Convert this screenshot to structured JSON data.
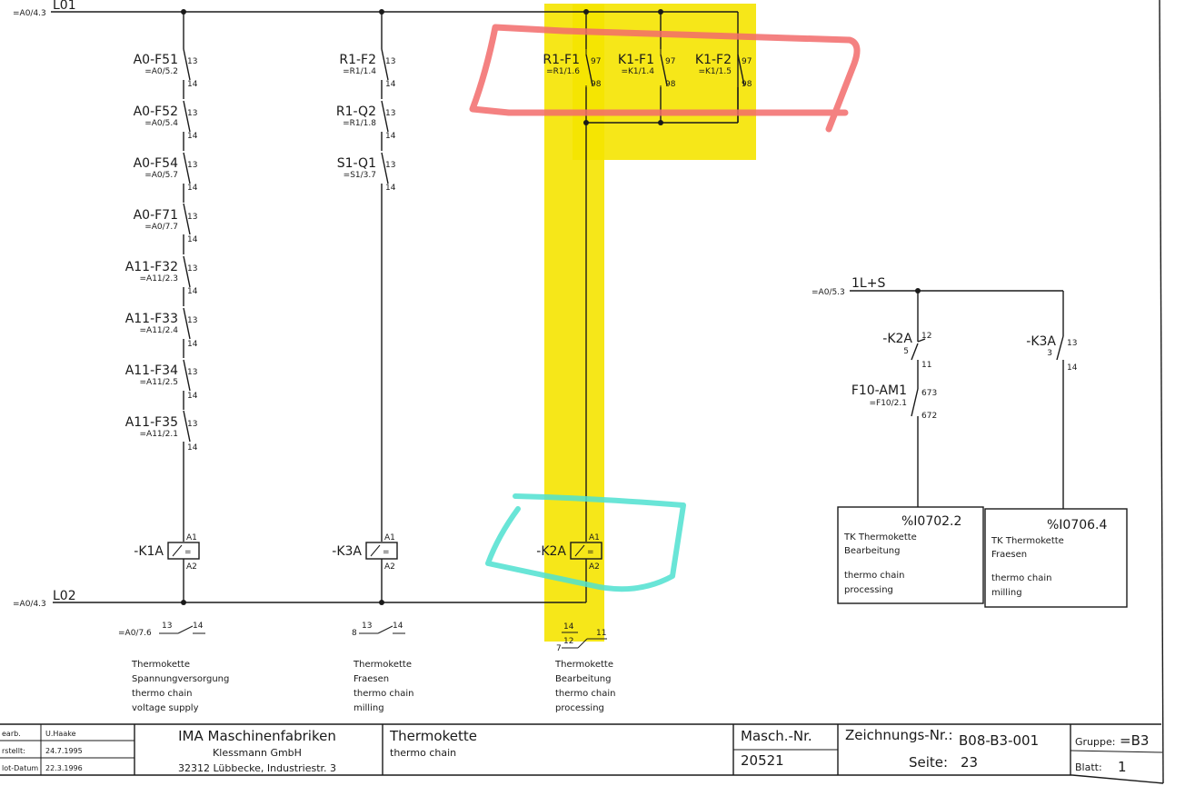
{
  "colors": {
    "ink": "#1a1a1a",
    "highlight_yellow": "#f5e400",
    "marker_red": "#f26b6b",
    "marker_cyan": "#4fe0d0"
  },
  "rails": {
    "top": {
      "name": "L01",
      "ref": "=A0/4.3"
    },
    "bottom": {
      "name": "L02",
      "ref": "=A0/4.3"
    }
  },
  "col1_contacts": [
    {
      "name": "A0-F51",
      "ref": "=A0/5.2",
      "pin_top": "13",
      "pin_bot": "14"
    },
    {
      "name": "A0-F52",
      "ref": "=A0/5.4",
      "pin_top": "13",
      "pin_bot": "14"
    },
    {
      "name": "A0-F54",
      "ref": "=A0/5.7",
      "pin_top": "13",
      "pin_bot": "14"
    },
    {
      "name": "A0-F71",
      "ref": "=A0/7.7",
      "pin_top": "13",
      "pin_bot": "14"
    },
    {
      "name": "A11-F32",
      "ref": "=A11/2.3",
      "pin_top": "13",
      "pin_bot": "14"
    },
    {
      "name": "A11-F33",
      "ref": "=A11/2.4",
      "pin_top": "13",
      "pin_bot": "14"
    },
    {
      "name": "A11-F34",
      "ref": "=A11/2.5",
      "pin_top": "13",
      "pin_bot": "14"
    },
    {
      "name": "A11-F35",
      "ref": "=A11/2.1",
      "pin_top": "13",
      "pin_bot": "14"
    }
  ],
  "col2_contacts": [
    {
      "name": "R1-F2",
      "ref": "=R1/1.4",
      "pin_top": "13",
      "pin_bot": "14"
    },
    {
      "name": "R1-Q2",
      "ref": "=R1/1.8",
      "pin_top": "13",
      "pin_bot": "14"
    },
    {
      "name": "S1-Q1",
      "ref": "=S1/3.7",
      "pin_top": "13",
      "pin_bot": "14"
    }
  ],
  "col3_contacts": [
    {
      "name": "R1-F1",
      "ref": "=R1/1.6",
      "pin_top": "97",
      "pin_bot": "98"
    },
    {
      "name": "K1-F1",
      "ref": "=K1/1.4",
      "pin_top": "97",
      "pin_bot": "98"
    },
    {
      "name": "K1-F2",
      "ref": "=K1/1.5",
      "pin_top": "97",
      "pin_bot": "98"
    }
  ],
  "coils": [
    {
      "name": "-K1A",
      "a1": "A1",
      "a2": "A2",
      "sym": "="
    },
    {
      "name": "-K3A",
      "a1": "A1",
      "a2": "A2",
      "sym": "="
    },
    {
      "name": "-K2A",
      "a1": "A1",
      "a2": "A2",
      "sym": "="
    }
  ],
  "cross_refs": [
    {
      "pre": "=A0/7.6",
      "p1": "13",
      "p2": "14"
    },
    {
      "pre": "8",
      "p1": "13",
      "p2": "14"
    },
    {
      "pre": "7",
      "p1": "14",
      "p2": "11",
      "p3": "12"
    }
  ],
  "notes": [
    [
      "Thermokette",
      "Spannungversorgung",
      "thermo chain",
      "voltage supply"
    ],
    [
      "Thermokette",
      "Fraesen",
      "thermo chain",
      "milling"
    ],
    [
      "Thermokette",
      "Bearbeitung",
      "thermo chain",
      "processing"
    ]
  ],
  "right_circuit": {
    "rail_name": "1L+S",
    "rail_ref": "=A0/5.3",
    "k2a": {
      "name": "-K2A",
      "pin_top": "12",
      "pin_side": "5",
      "pin_bot": "11"
    },
    "f10": {
      "name": "F10-AM1",
      "ref": "=F10/2.1",
      "pin_top": "673",
      "pin_bot": "672"
    },
    "k3a": {
      "name": "-K3A",
      "pin_top": "13",
      "pin_side": "3",
      "pin_bot": "14"
    },
    "box1": {
      "addr": "%I0702.2",
      "de1": "TK Thermokette",
      "de2": "Bearbeitung",
      "en1": "thermo chain",
      "en2": "processing"
    },
    "box2": {
      "addr": "%I0706.4",
      "de1": "TK Thermokette",
      "de2": "Fraesen",
      "en1": "thermo chain",
      "en2": "milling"
    }
  },
  "title_block": {
    "bearb_label": "earb.",
    "bearb_value": "U.Haake",
    "erstellt_label": "rstellt:",
    "erstellt_value": "24.7.1995",
    "plot_label": "lot-Datum",
    "plot_value": "22.3.1996",
    "company1": "IMA Maschinenfabriken",
    "company2": "Klessmann GmbH",
    "company3": "32312 Lübbecke, Industriestr. 3",
    "title": "Thermokette",
    "subtitle": "thermo chain",
    "masch_label": "Masch.-Nr.",
    "masch_value": "20521",
    "zeich_label": "Zeichnungs-Nr.:",
    "zeich_value": "B08-B3-001",
    "seite_label": "Seite:",
    "seite_value": "23",
    "gruppe_label": "Gruppe:",
    "gruppe_value": "=B3",
    "blatt_label": "Blatt:",
    "blatt_value": "1"
  }
}
